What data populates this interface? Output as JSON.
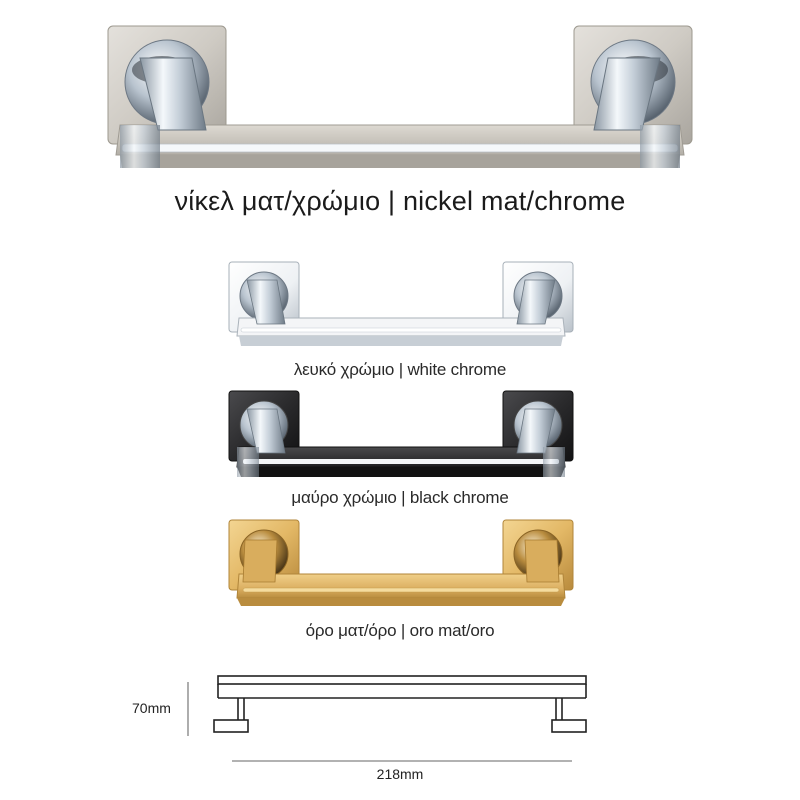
{
  "finishes": [
    {
      "caption": "νίκελ ματ/χρώμιο | nickel mat/chrome",
      "rose_color": "#cfcbc4",
      "bar_color": "#c9c5bd",
      "lever_color": "#e8eef3",
      "stripe_color": "#f4f7f9"
    },
    {
      "caption": "λευκό χρώμιο | white chrome",
      "rose_color": "#f1f3f6",
      "bar_color": "#f4f5f7",
      "lever_color": "#e4eaef",
      "stripe_color": "#ffffff"
    },
    {
      "caption": "μαύρο χρώμιο | black chrome",
      "rose_color": "#2b2b2d",
      "bar_color": "#2f2f31",
      "lever_color": "#e6ecf1",
      "stripe_color": "#f5f7f9"
    },
    {
      "caption": "όρο ματ/όρο | oro mat/oro",
      "rose_color": "#e3b866",
      "bar_color": "#dcb062",
      "lever_color": "#cfa255",
      "stripe_color": "#e9c57d"
    }
  ],
  "dimensions": {
    "height": "70mm",
    "width": "218mm"
  }
}
